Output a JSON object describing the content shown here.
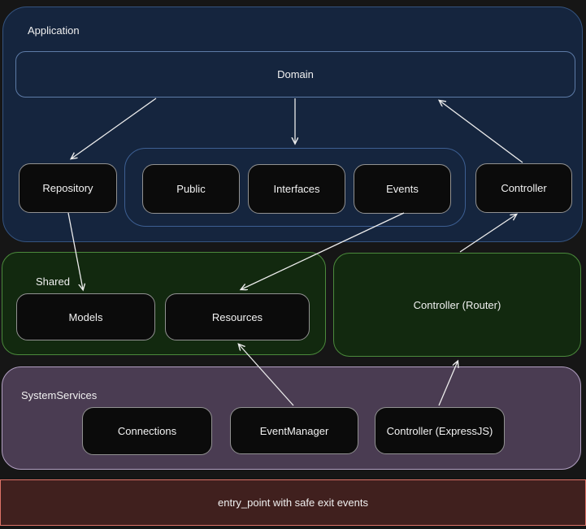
{
  "application": {
    "label": "Application",
    "nodes": {
      "domain": "Domain",
      "repository": "Repository",
      "public": "Public",
      "interfaces": "Interfaces",
      "events": "Events",
      "controller": "Controller"
    }
  },
  "shared": {
    "label": "Shared",
    "nodes": {
      "models": "Models",
      "resources": "Resources"
    }
  },
  "router": {
    "label": "Controller (Router)"
  },
  "system_services": {
    "label": "SystemServices",
    "nodes": {
      "connections": "Connections",
      "event_manager": "EventManager",
      "controller_expressjs": "Controller (ExpressJS)"
    }
  },
  "entry_point": {
    "label": "entry_point with safe exit events"
  },
  "edges": [
    {
      "from": "Domain",
      "to": "Repository"
    },
    {
      "from": "Domain",
      "to": "Public/Interfaces/Events group"
    },
    {
      "from": "Controller",
      "to": "Domain"
    },
    {
      "from": "Repository",
      "to": "Models"
    },
    {
      "from": "Events",
      "to": "Resources"
    },
    {
      "from": "EventManager",
      "to": "Resources"
    },
    {
      "from": "Controller (ExpressJS)",
      "to": "Controller (Router)"
    },
    {
      "from": "Controller (Router)",
      "to": "Controller"
    }
  ],
  "colors": {
    "background": "#161616",
    "application_fill": "#15253e",
    "application_border": "#34537f",
    "domain_border": "#5d7ba7",
    "inner_group_border": "#3d5f92",
    "shared_fill": "#12290f",
    "shared_border": "#4b8a3c",
    "system_fill": "#4a3c52",
    "system_border": "#b2a0c2",
    "entry_fill": "#40201e",
    "entry_border": "#dc7267",
    "node_fill": "#0b0b0b",
    "node_border": "#919191",
    "arrow": "#ececec"
  }
}
